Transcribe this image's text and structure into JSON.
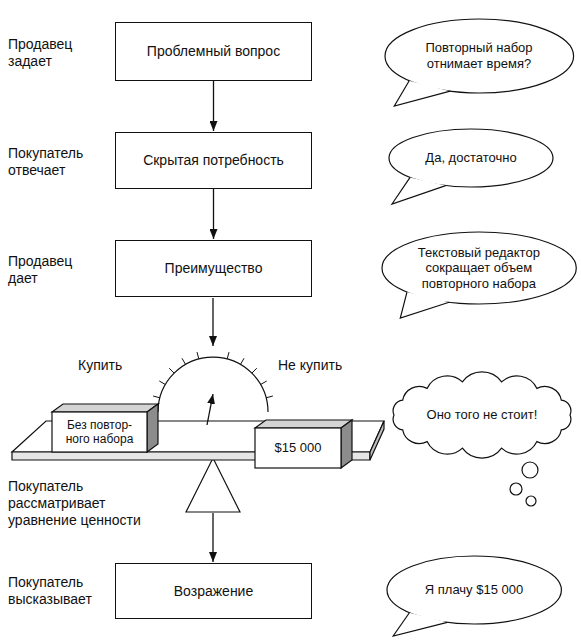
{
  "diagram": {
    "nodes": [
      {
        "text": [
          "Проблемный вопрос"
        ]
      },
      {
        "text": [
          "Повторный набор отнимает время?"
        ]
      },
      {
        "text": [
          "Скрытая потребность"
        ]
      },
      {
        "text": [
          "Да, достаточно"
        ]
      },
      {
        "text": [
          "Преимущество"
        ]
      },
      {
        "text": [
          "Текстовый редактор сокращает объем повторного набора"
        ]
      },
      {
        "text": [
          "Без повтор- ного набора"
        ]
      },
      {
        "text": [
          "$15 000"
        ]
      },
      {
        "text": [
          "Оно того не стоит!"
        ]
      },
      {
        "text": [
          "Возражение"
        ]
      },
      {
        "text": [
          "Я плачу $15 000"
        ]
      }
    ],
    "edges": [
      {
        "from": 0,
        "to": 2,
        "arrow": "to"
      },
      {
        "from": 2,
        "to": 4,
        "arrow": "to"
      }
    ],
    "labels": [
      "Продавец задает",
      "Покупатель отвечает",
      "Продавец дает",
      "Купить",
      "Не купить",
      "Покупатель рассматривает уравнение ценности",
      "Покупатель высказывает"
    ]
  }
}
